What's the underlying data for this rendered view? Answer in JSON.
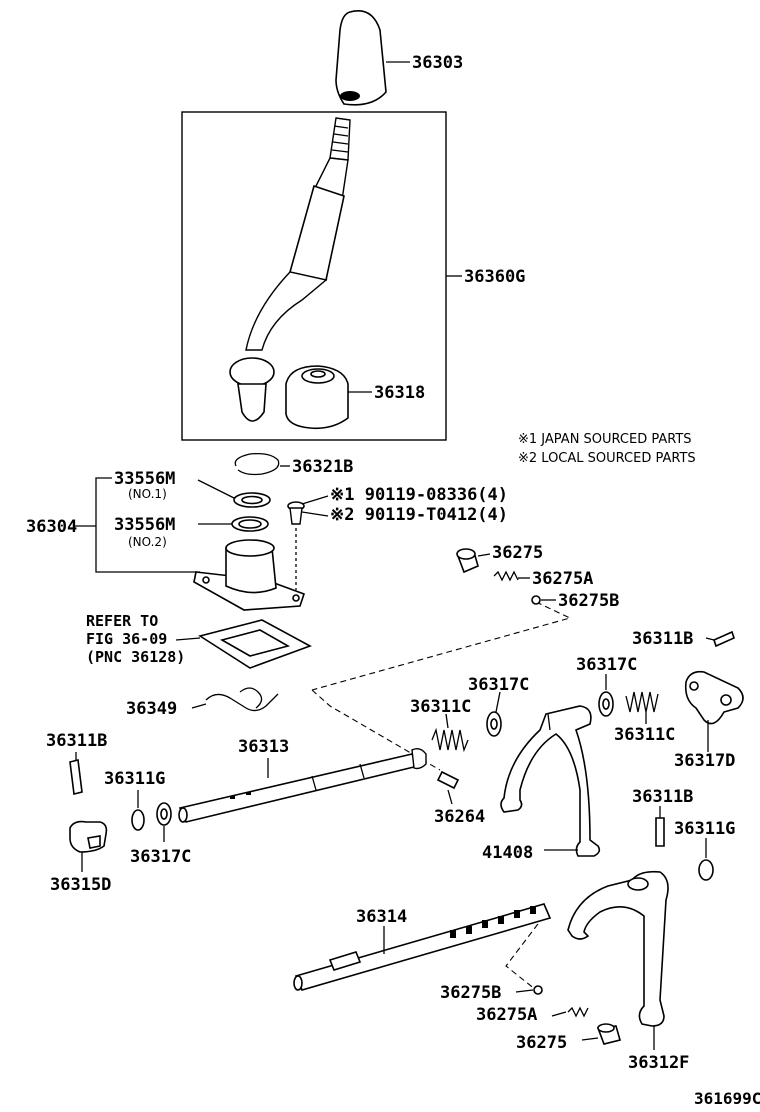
{
  "parts": {
    "p36303": "36303",
    "p36360G": "36360G",
    "p36318": "36318",
    "p36321B": "36321B",
    "p33556M_1": "33556M",
    "p33556M_1_sub": "(NO.1)",
    "p33556M_2": "33556M",
    "p33556M_2_sub": "(NO.2)",
    "p36304": "36304",
    "p190119": "※1 90119-08336(4)",
    "p290119": "※2 90119-T0412(4)",
    "p36275_top": "36275",
    "p36275A_top": "36275A",
    "p36275B_top": "36275B",
    "p36311B_right": "36311B",
    "p36317C_mid": "36317C",
    "p36317C_left": "36317C",
    "p36311C_right": "36311C",
    "p36311C_left": "36311C",
    "p36317D": "36317D",
    "p36349": "36349",
    "p36311B_left": "36311B",
    "p36313": "36313",
    "p36311G_left": "36311G",
    "p36264": "36264",
    "p36317C_bottom": "36317C",
    "p36315D": "36315D",
    "p41408": "41408",
    "p36311B_mid": "36311B",
    "p36311G_right": "36311G",
    "p36314": "36314",
    "p36275B_bottom": "36275B",
    "p36275A_bottom": "36275A",
    "p36275_bottom": "36275",
    "p36312F": "36312F"
  },
  "notes": {
    "note1": "※1 JAPAN SOURCED PARTS",
    "note2": "※2 LOCAL SOURCED PARTS"
  },
  "refer": {
    "line1": "REFER TO",
    "line2": "FIG 36-09",
    "line3": "(PNC 36128)"
  },
  "footer": {
    "code": "361699C"
  }
}
